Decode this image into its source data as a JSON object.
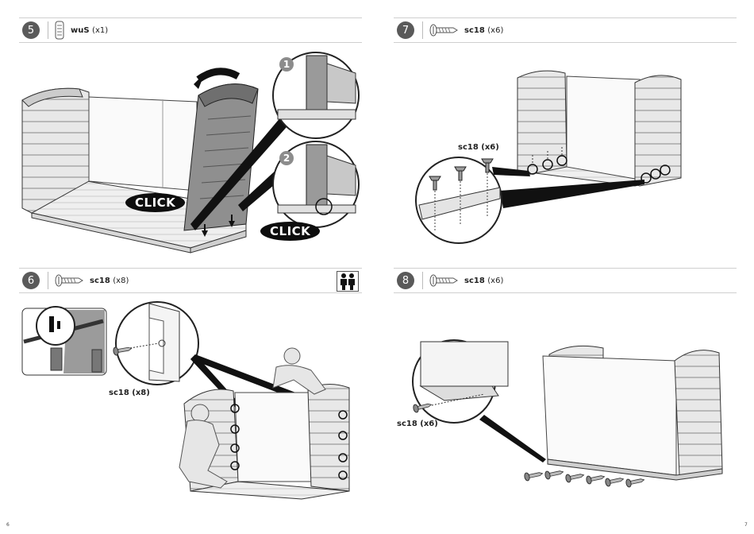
{
  "steps": [
    {
      "number": "5",
      "part": "wuS",
      "qty": "(x1)"
    },
    {
      "number": "6",
      "part": "sc18",
      "qty": "(x8)"
    },
    {
      "number": "7",
      "part": "sc18",
      "qty": "(x6)"
    },
    {
      "number": "8",
      "part": "sc18",
      "qty": "(x6)"
    }
  ],
  "callouts": {
    "click1": "CLICK",
    "click2": "CLICK",
    "detail1": "1",
    "detail2": "2",
    "step6_screw": "sc18 (x8)",
    "step7_screw": "sc18 (x6)",
    "step8_screw": "sc18 (x6)"
  },
  "pages": {
    "left": "6",
    "right": "7"
  },
  "icons": {
    "screw": "screw-icon",
    "panel": "panel-icon",
    "two_people": "two-people-icon"
  }
}
